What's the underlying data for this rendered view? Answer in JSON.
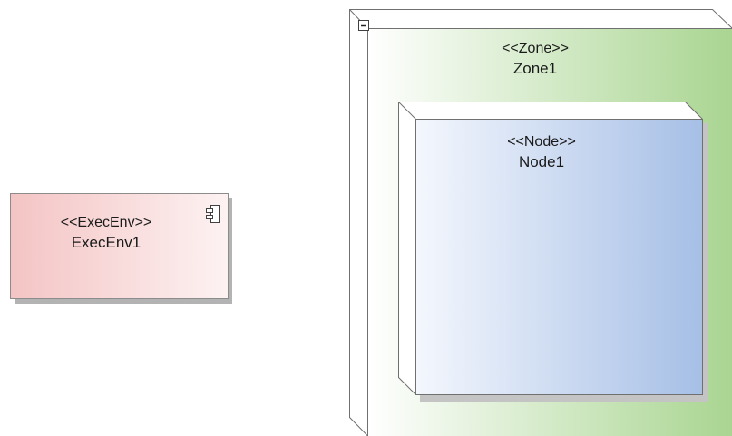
{
  "diagram": {
    "exec_env": {
      "stereotype": "<<ExecEnv>>",
      "name": "ExecEnv1",
      "icon": "component-icon",
      "colors": {
        "fill_left": "#f4c4c4",
        "fill_right": "#fdf2f2",
        "border": "#8c8c8c"
      }
    },
    "zone": {
      "stereotype": "<<Zone>>",
      "name": "Zone1",
      "collapse_icon": "minus-box-icon",
      "colors": {
        "front_left": "#ffffff",
        "front_right": "#a9d591",
        "side": "#ffffff",
        "border": "#707070"
      }
    },
    "node": {
      "stereotype": "<<Node>>",
      "name": "Node1",
      "colors": {
        "front_left": "#f4f7fd",
        "front_right": "#a6bfe6",
        "side": "#ffffff",
        "border": "#707070"
      }
    }
  }
}
